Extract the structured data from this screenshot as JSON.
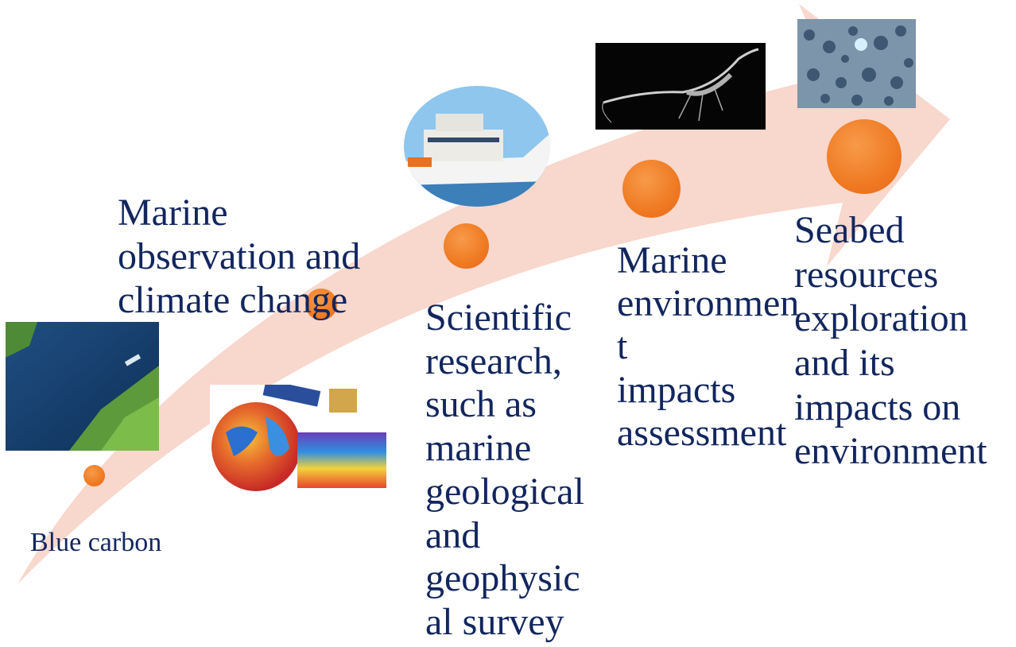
{
  "stages": [
    {
      "id": "blue-carbon",
      "label": "Blue carbon",
      "image": "mangrove-aerial-photo"
    },
    {
      "id": "marine-observation",
      "label": "Marine\nobservation and\nclimate change",
      "image": "globe-satellite-model-image"
    },
    {
      "id": "scientific-research",
      "label": "Scientific\nresearch,\nsuch as\nmarine\ngeological\nand\ngeophysic\nal survey",
      "image": "research-vessel-photo"
    },
    {
      "id": "environment-assessment",
      "label": "Marine\nenvironmen\nt\nimpacts\nassessment",
      "image": "deep-sea-creature-photo"
    },
    {
      "id": "seabed-resources",
      "label": "Seabed\nresources\nexploration\nand its\nimpacts on\nenvironment",
      "image": "seabed-nodules-photo"
    }
  ],
  "colors": {
    "arrow": "#f7d3c6",
    "dot": "#ef7a22",
    "text": "#12265e"
  }
}
